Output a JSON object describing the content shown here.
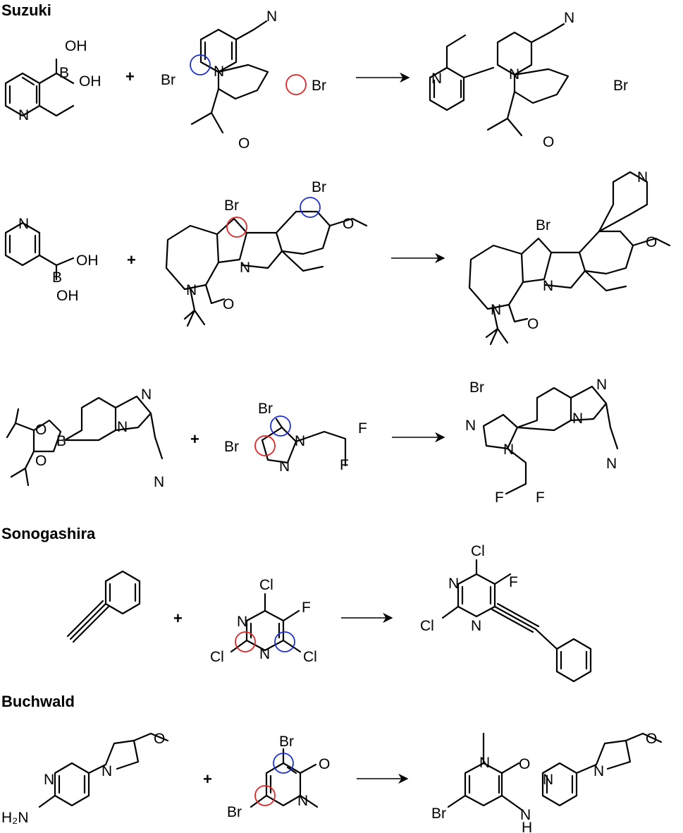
{
  "sections": {
    "suzuki": "Suzuki",
    "sonogashira": "Sonogashira",
    "buchwald": "Buchwald"
  },
  "plus_sign": "+",
  "colors": {
    "site_red": "#e32424",
    "site_blue": "#1f2fd6"
  },
  "atoms": {
    "n": "N",
    "o": "O",
    "b": "B",
    "oh": "OH",
    "br": "Br",
    "cl": "Cl",
    "f": "F",
    "h2n": "H₂N",
    "h": "H"
  }
}
